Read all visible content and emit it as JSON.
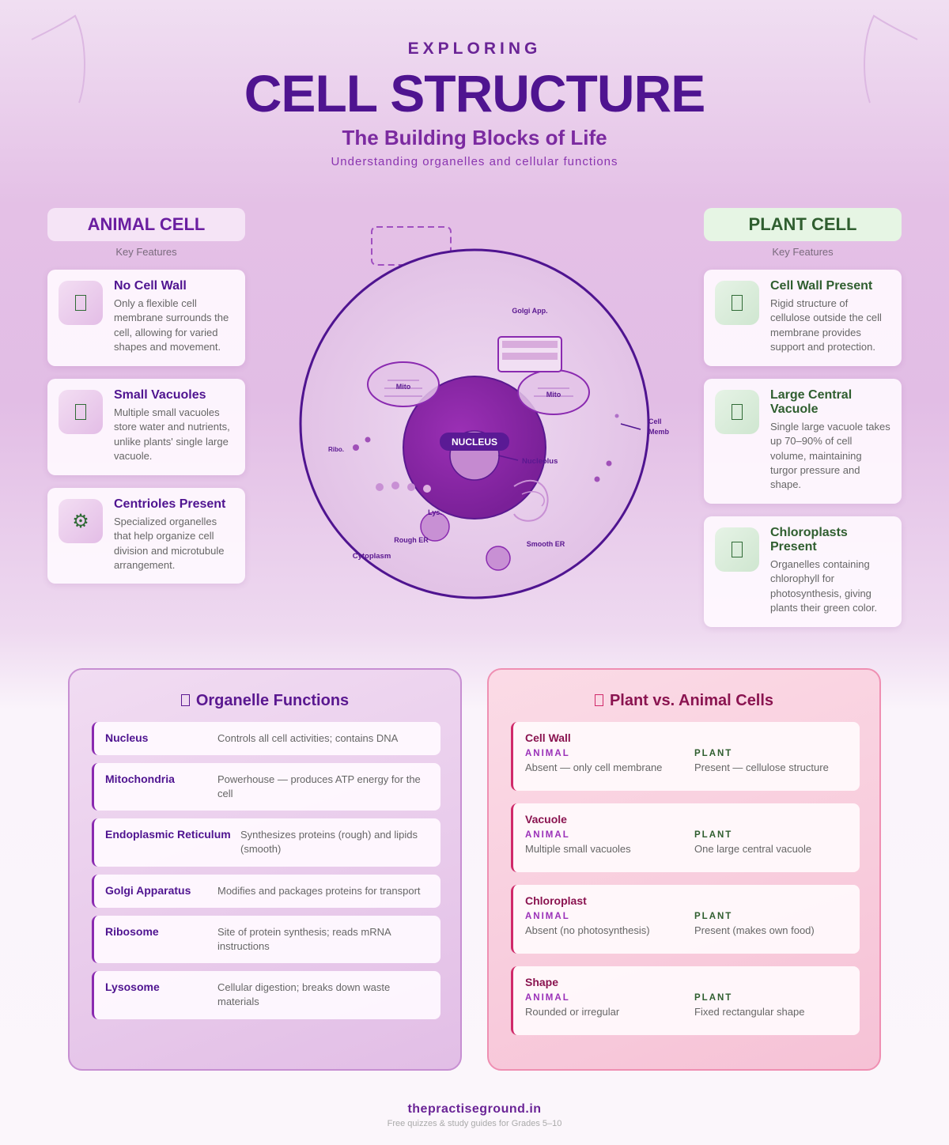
{
  "header": {
    "eyebrow": "EXPLORING",
    "title": "CELL STRUCTURE",
    "subtitle": "The Building Blocks of Life",
    "tagline": "Understanding organelles and cellular functions"
  },
  "animal": {
    "heading": "ANIMAL CELL",
    "subheading": "Key Features",
    "cards": [
      {
        "icon": "missing-glyph",
        "title": "No Cell Wall",
        "text": "Only a flexible cell membrane surrounds the cell, allowing for varied shapes and movement."
      },
      {
        "icon": "missing-glyph",
        "title": "Small Vacuoles",
        "text": "Multiple small vacuoles store water and nutrients, unlike plants' single large vacuole."
      },
      {
        "icon": "gear",
        "title": "Centrioles Present",
        "text": "Specialized organelles that help organize cell division and microtubule arrangement."
      }
    ]
  },
  "plant": {
    "heading": "PLANT CELL",
    "subheading": "Key Features",
    "cards": [
      {
        "icon": "missing-glyph",
        "title": "Cell Wall Present",
        "text": "Rigid structure of cellulose outside the cell membrane provides support and protection."
      },
      {
        "icon": "missing-glyph",
        "title": "Large Central Vacuole",
        "text": "Single large vacuole takes up 70–90% of cell volume, maintaining turgor pressure and shape."
      },
      {
        "icon": "missing-glyph",
        "title": "Chloroplasts Present",
        "text": "Organelles containing chlorophyll for photosynthesis, giving plants their green color."
      }
    ]
  },
  "diagram": {
    "labels": {
      "golgi": "Golgi App.",
      "mito1": "Mito",
      "mito2": "Mito",
      "nucleus": "NUCLEUS",
      "nucleolus": "Nucleolus",
      "ribo": "Ribo.",
      "cell_membrane_1": "Cell",
      "cell_membrane_2": "Memb",
      "lys": "Lys.",
      "rough_er": "Rough ER",
      "smooth_er": "Smooth ER",
      "cytoplasm": "Cytoplasm"
    }
  },
  "functions": {
    "title": "Organelle Functions",
    "rows": [
      {
        "name": "Nucleus",
        "desc": "Controls all cell activities; contains DNA"
      },
      {
        "name": "Mitochondria",
        "desc": "Powerhouse — produces ATP energy for the cell"
      },
      {
        "name": "Endoplasmic Reticulum",
        "desc": "Synthesizes proteins (rough) and lipids (smooth)"
      },
      {
        "name": "Golgi Apparatus",
        "desc": "Modifies and packages proteins for transport"
      },
      {
        "name": "Ribosome",
        "desc": "Site of protein synthesis; reads mRNA instructions"
      },
      {
        "name": "Lysosome",
        "desc": "Cellular digestion; breaks down waste materials"
      }
    ]
  },
  "comparison": {
    "title": "Plant vs. Animal Cells",
    "animal_label": "ANIMAL",
    "plant_label": "PLANT",
    "rows": [
      {
        "feature": "Cell Wall",
        "animal": "Absent — only cell membrane",
        "plant": "Present — cellulose structure"
      },
      {
        "feature": "Vacuole",
        "animal": "Multiple small vacuoles",
        "plant": "One large central vacuole"
      },
      {
        "feature": "Chloroplast",
        "animal": "Absent (no photosynthesis)",
        "plant": "Present (makes own food)"
      },
      {
        "feature": "Shape",
        "animal": "Rounded or irregular",
        "plant": "Fixed rectangular shape"
      }
    ]
  },
  "footer": {
    "site": "thepractiseground.in",
    "tagline": "Free quizzes & study guides for Grades 5–10"
  },
  "colors": {
    "primary": "#4f1490",
    "animal_accent": "#8a2ab0",
    "plant_accent": "#2f5e2f",
    "comparison_accent": "#d02a6a"
  }
}
